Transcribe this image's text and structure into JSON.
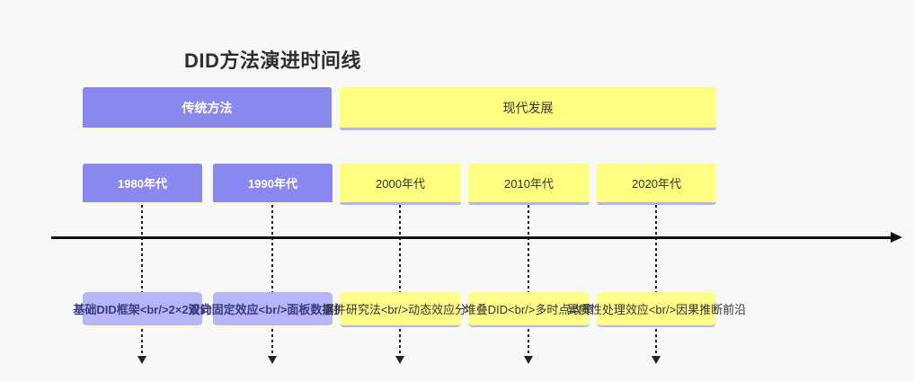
{
  "title": "DID方法演进时间线",
  "sections": [
    {
      "label": "传统方法",
      "color": "#8888f0"
    },
    {
      "label": "现代发展",
      "color": "#ffff80"
    }
  ],
  "eras": [
    {
      "label": "1980年代",
      "section": "传统方法",
      "event": "基础DID框架<br/>2×2设计"
    },
    {
      "label": "1990年代",
      "section": "传统方法",
      "event": "双向固定效应<br/>面板数据扩展"
    },
    {
      "label": "2000年代",
      "section": "现代发展",
      "event": "事件研究法<br/>动态效应分析"
    },
    {
      "label": "2010年代",
      "section": "现代发展",
      "event": "堆叠DID<br/>多时点政策"
    },
    {
      "label": "2020年代",
      "section": "现代发展",
      "event": "异质性处理效应<br/>因果推断前沿"
    }
  ],
  "colors": {
    "section_purple_fill": "#8888f0",
    "section_yellow_fill": "#ffff80",
    "event_purple_fill": "#b5b5f7",
    "event_yellow_fill": "#ffff8a",
    "purple_box_bottom_border": "#ffffcc",
    "yellow_box_bottom_border": "#b6b6f2",
    "purple_event_text": "#3c3c85",
    "axis_color": "#111111",
    "background": "#f7f8fa"
  }
}
